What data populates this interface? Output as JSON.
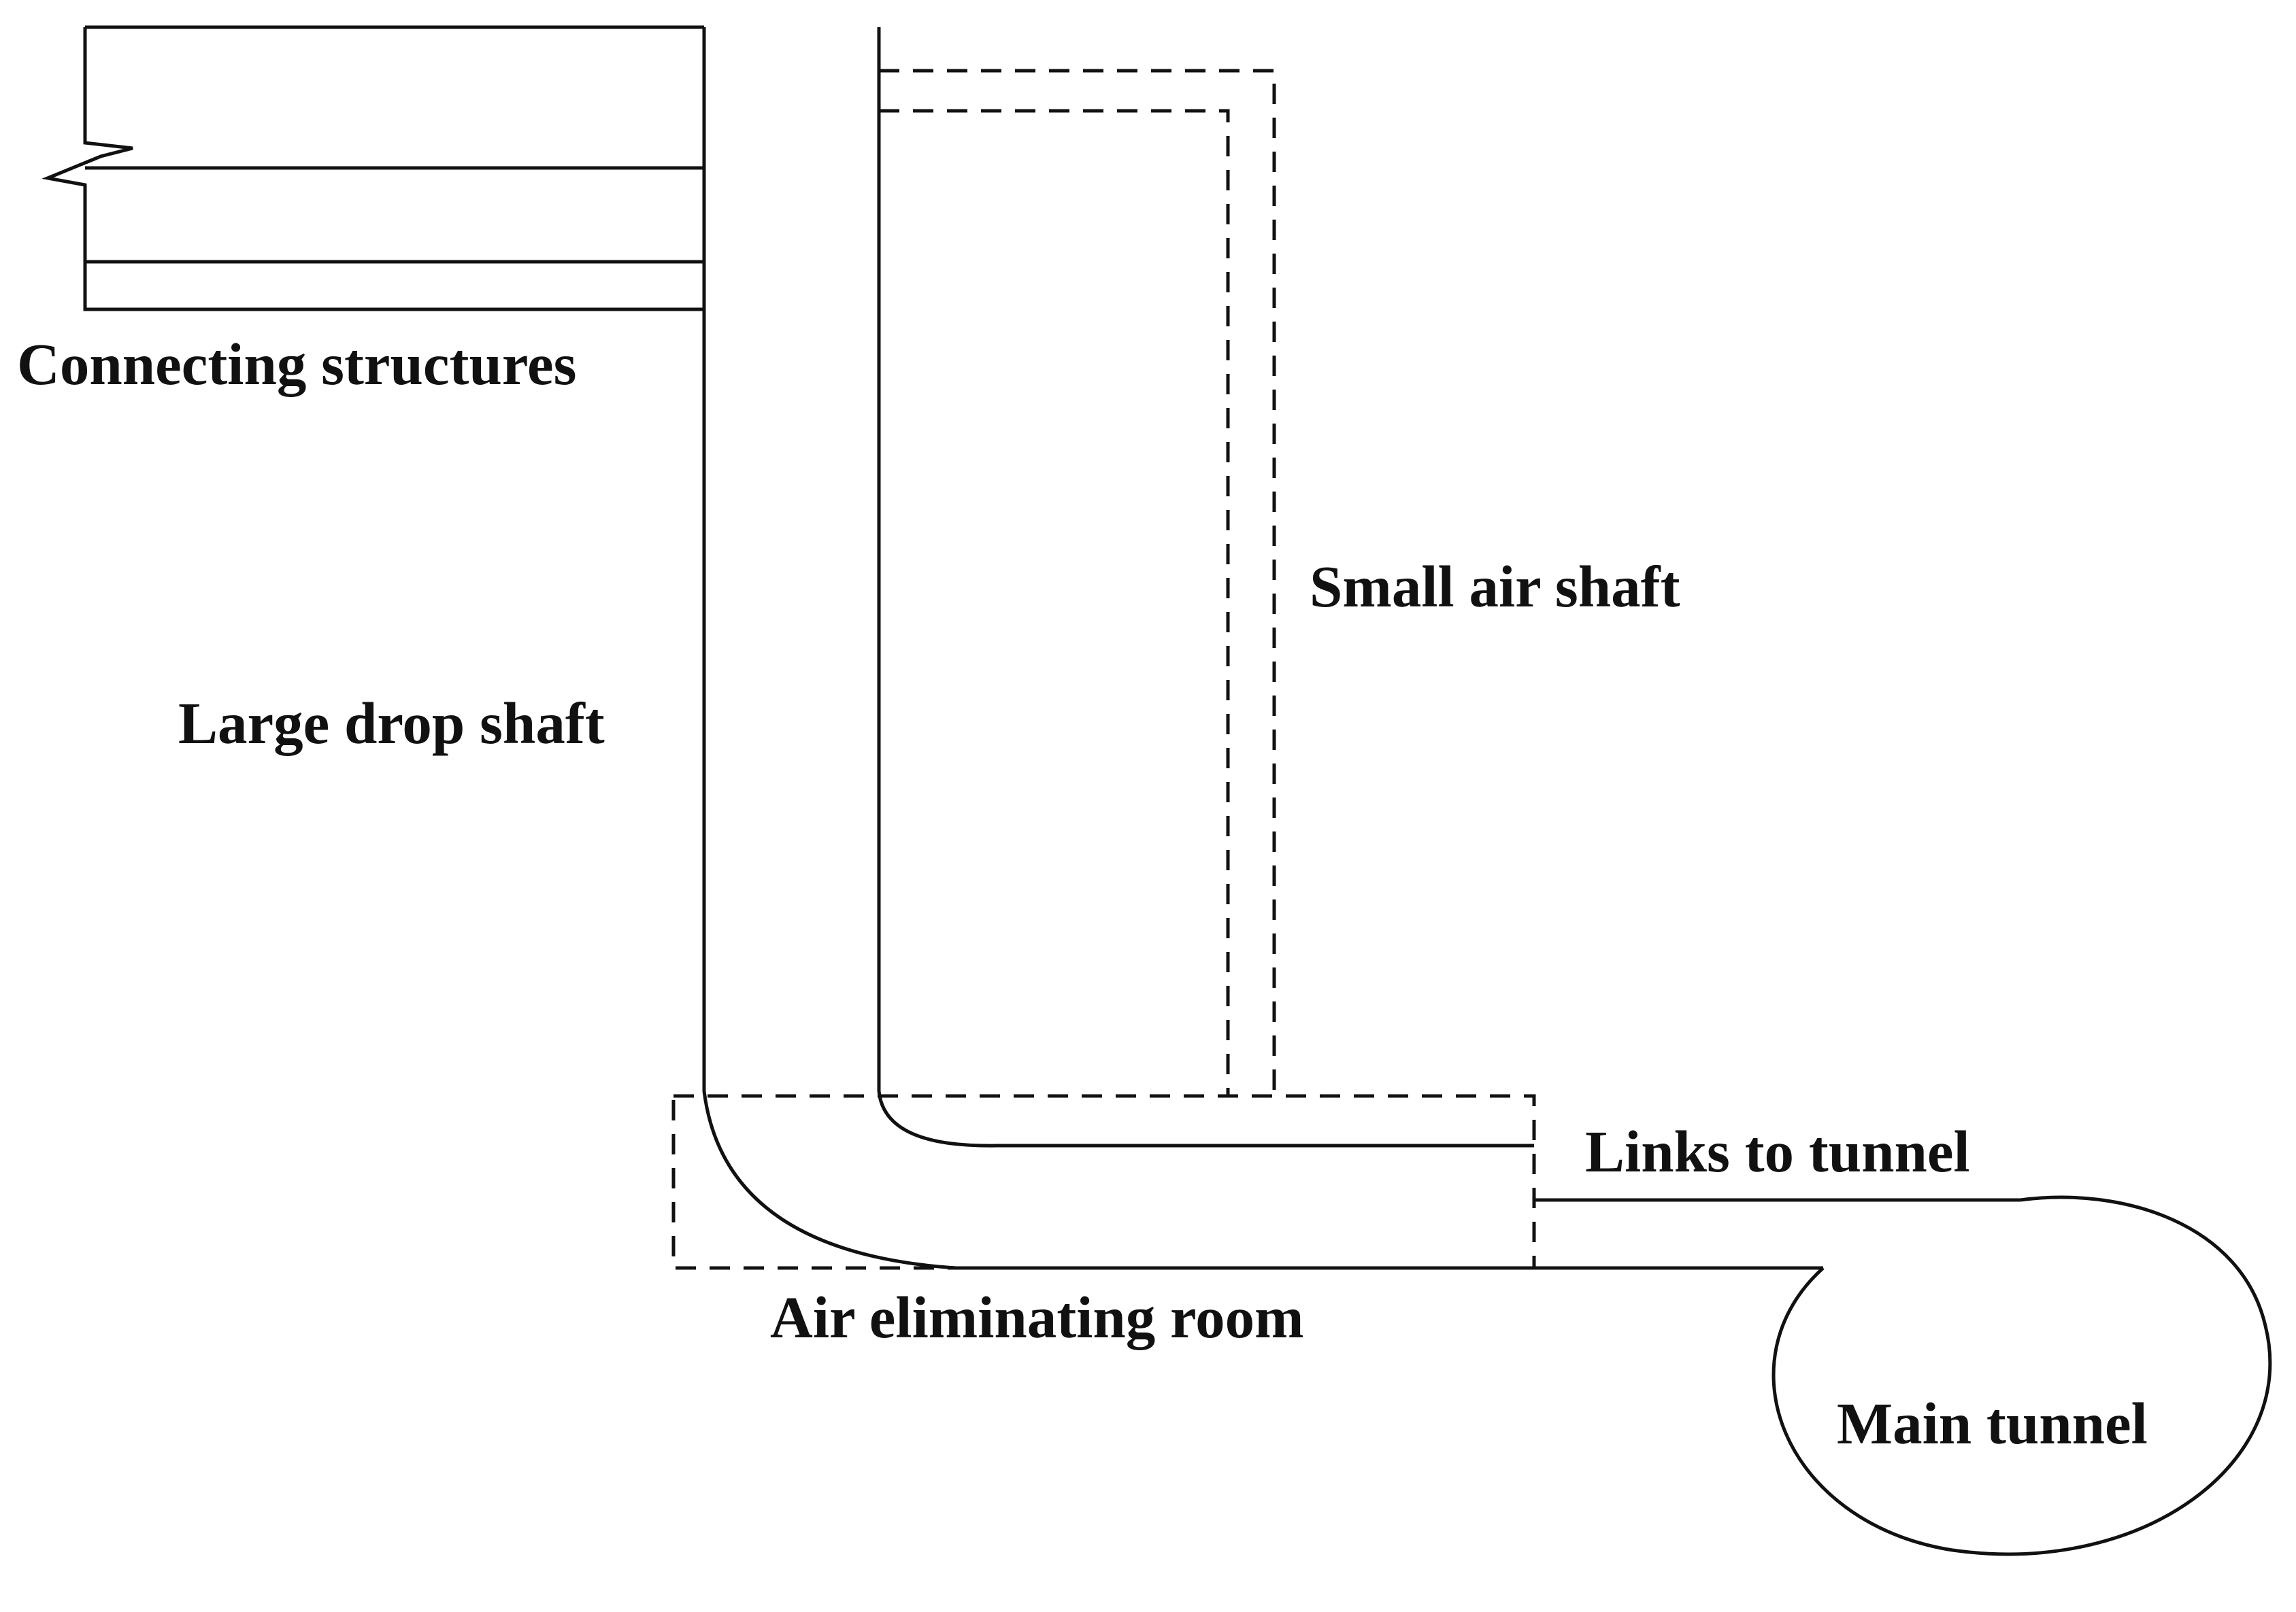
{
  "labels": {
    "connecting_structures": "Connecting structures",
    "small_air_shaft": "Small air shaft",
    "large_drop_shaft": "Large drop shaft",
    "links_to_tunnel": "Links to tunnel",
    "air_eliminating_room": "Air eliminating room",
    "main_tunnel": "Main tunnel"
  },
  "colors": {
    "line": "#111111",
    "background": "#ffffff"
  }
}
